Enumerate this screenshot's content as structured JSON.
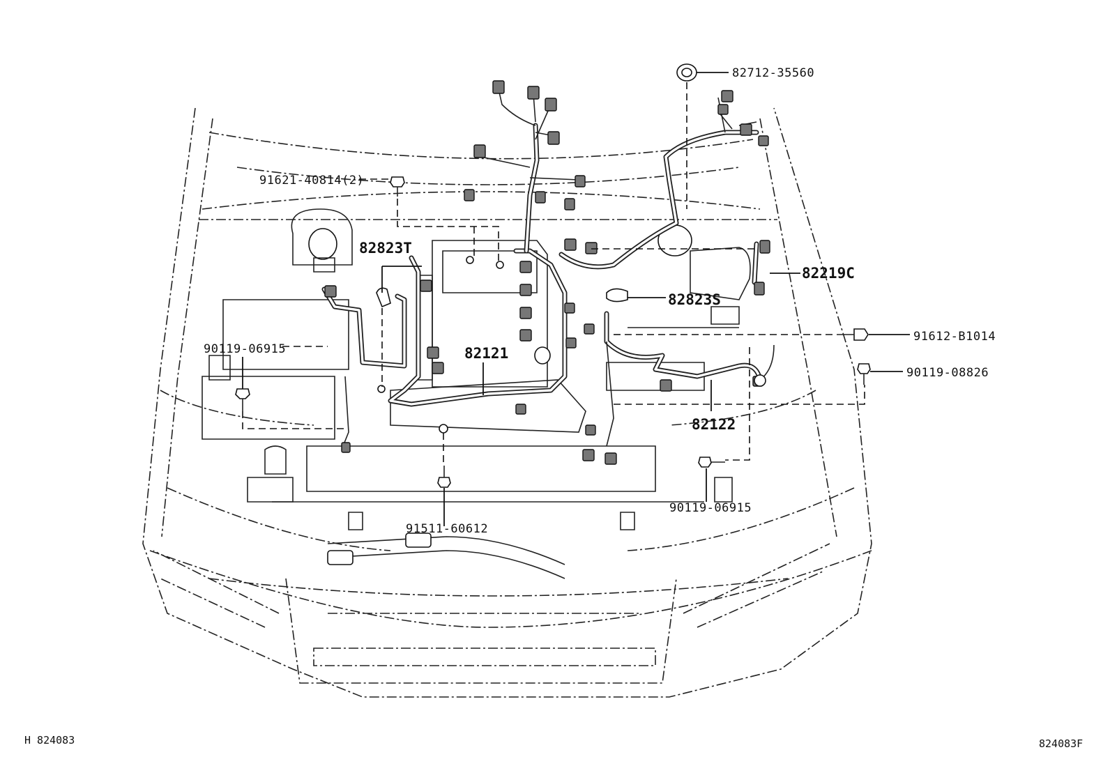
{
  "callouts": {
    "p82712": "82712-35560",
    "p91621": "91621-40814(2)",
    "p82823T": "82823T",
    "p82219C": "82219C",
    "p82823S": "82823S",
    "p91612": "91612-B1014",
    "p90119a": "90119-06915",
    "p82121": "82121",
    "p90119b": "90119-08826",
    "p82122": "82122",
    "p90119c": "90119-06915",
    "p91511": "91511-60612"
  },
  "footer": {
    "left": "H 824083",
    "right": "824083F"
  }
}
